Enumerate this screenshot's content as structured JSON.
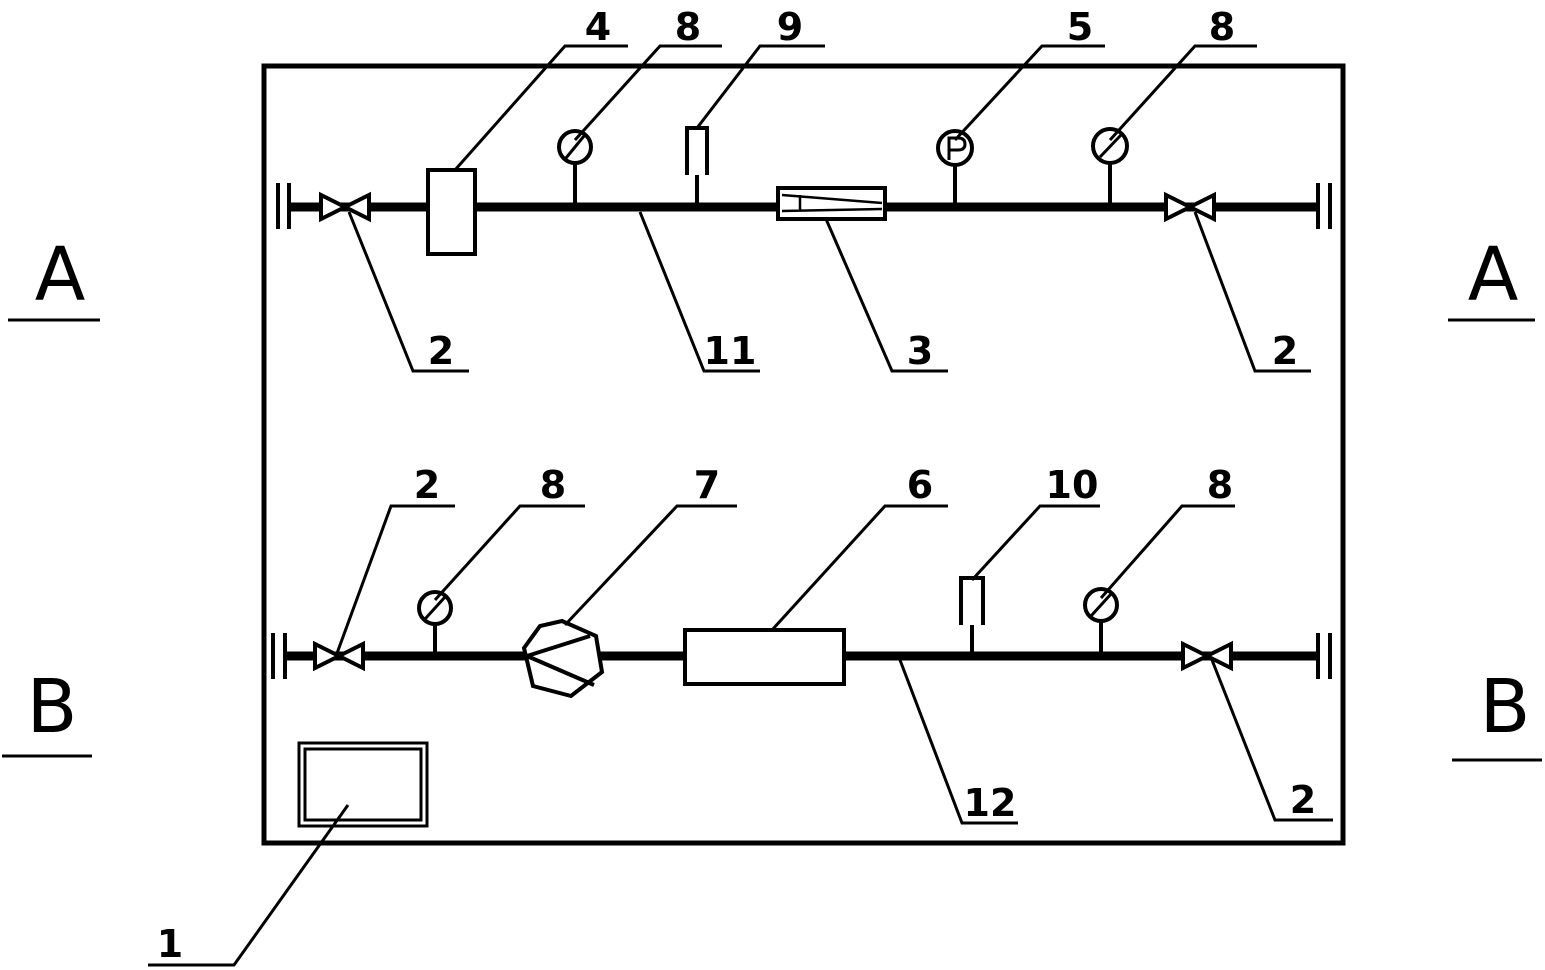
{
  "sections": {
    "upper": "A",
    "lower": "B"
  },
  "callouts": {
    "enclosure_box": "1",
    "valve": "2",
    "component_3": "3",
    "component_4": "4",
    "component_5": "5",
    "component_6": "6",
    "component_7": "7",
    "gauge": "8",
    "component_9": "9",
    "component_10": "10",
    "pipe_upper": "11",
    "pipe_lower": "12"
  },
  "colors": {
    "line": "#000000",
    "background": "#ffffff"
  }
}
